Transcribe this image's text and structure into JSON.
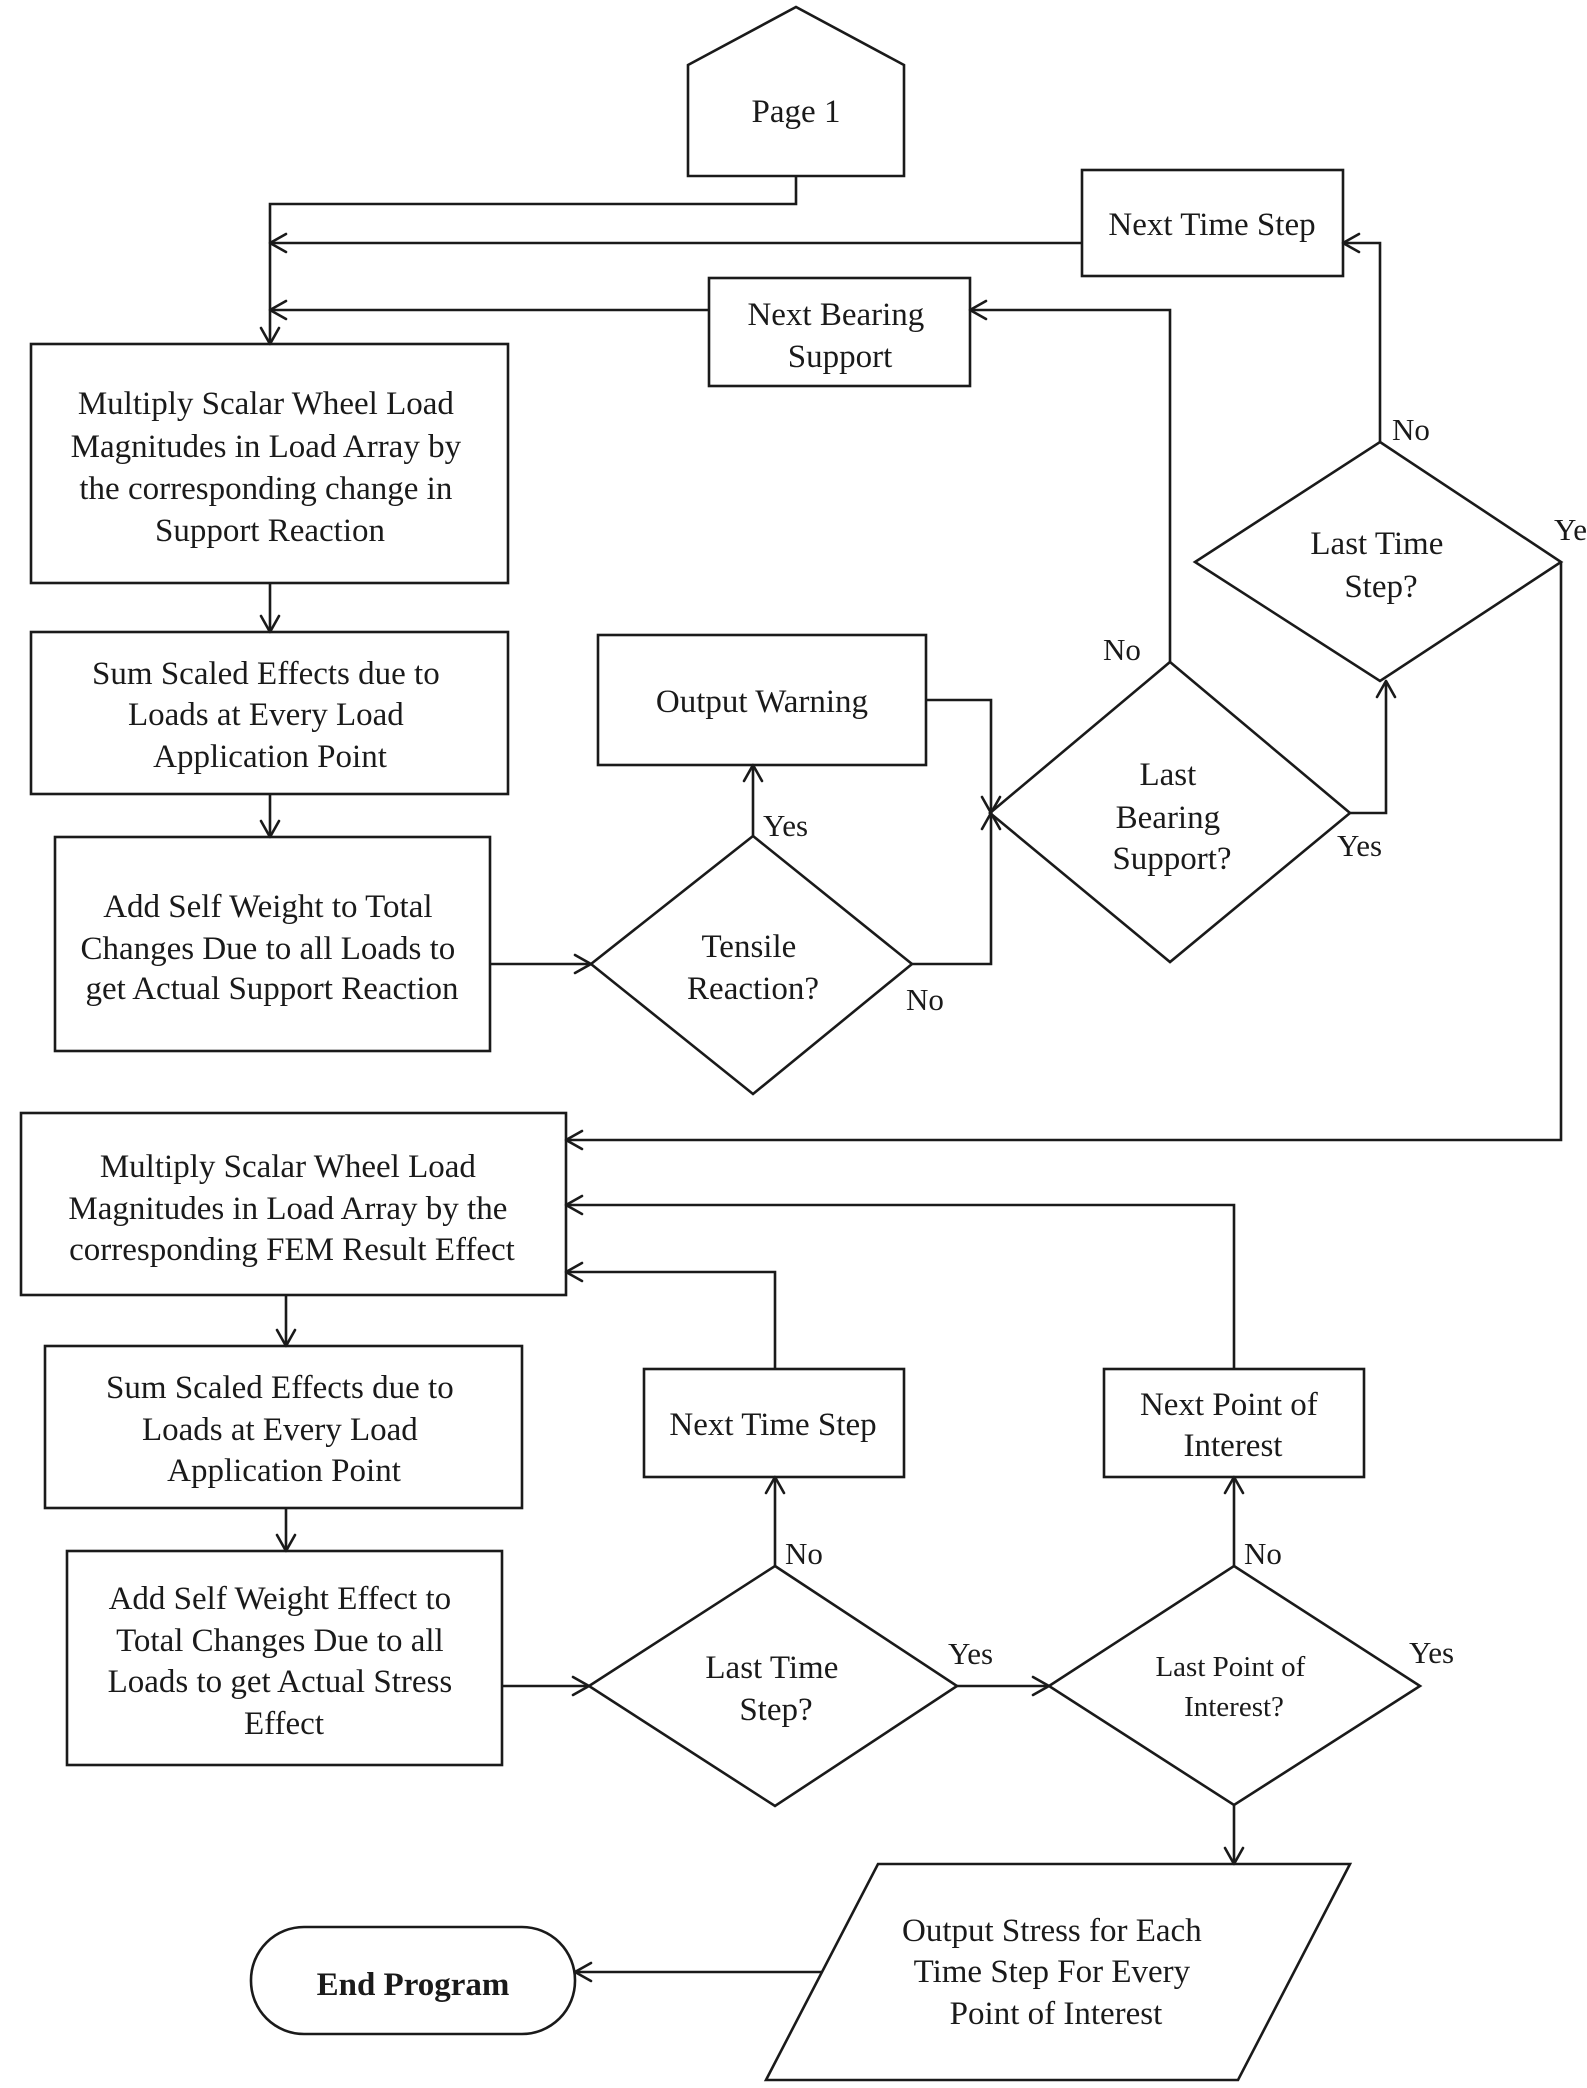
{
  "nodes": {
    "page_connector": [
      "Page 1"
    ],
    "next_time_step_top": [
      "Next Time Step"
    ],
    "next_bearing_support": [
      "Next Bearing",
      "Support"
    ],
    "multiply_change_support": [
      "Multiply Scalar Wheel Load",
      "Magnitudes in Load Array by",
      "the corresponding change in",
      "Support Reaction"
    ],
    "sum_scaled_effects_1": [
      "Sum Scaled Effects due to",
      "Loads at Every Load",
      "Application Point"
    ],
    "add_self_weight_reaction": [
      "Add Self Weight to Total",
      "Changes Due to all Loads to",
      "get Actual Support Reaction"
    ],
    "output_warning": [
      "Output Warning"
    ],
    "tensile_reaction": [
      "Tensile",
      "Reaction?"
    ],
    "last_bearing_support": [
      "Last",
      "Bearing",
      "Support?"
    ],
    "last_time_step_top": [
      "Last Time",
      "Step?"
    ],
    "multiply_fem_effect": [
      "Multiply Scalar Wheel Load",
      "Magnitudes in Load Array by the",
      "corresponding FEM Result Effect"
    ],
    "sum_scaled_effects_2": [
      "Sum Scaled Effects due to",
      "Loads at Every Load",
      "Application Point"
    ],
    "add_self_weight_stress": [
      "Add Self Weight Effect to",
      "Total Changes Due to all",
      "Loads to get Actual Stress",
      "Effect"
    ],
    "next_time_step_bottom": [
      "Next Time Step"
    ],
    "next_point_of_interest": [
      "Next Point of",
      "Interest"
    ],
    "last_time_step_bottom": [
      "Last Time",
      "Step?"
    ],
    "last_point_of_interest": [
      "Last Point of",
      "Interest?"
    ],
    "output_stress": [
      "Output Stress for Each",
      "Time Step For Every",
      "Point of Interest"
    ],
    "end_program": [
      "End Program"
    ]
  },
  "edge_labels": {
    "tensile_yes": "Yes",
    "tensile_no": "No",
    "bearing_no": "No",
    "bearing_yes": "Yes",
    "time_top_no": "No",
    "time_top_yes": "Yes",
    "time_bottom_no": "No",
    "time_bottom_yes": "Yes",
    "poi_no": "No",
    "poi_yes": "Yes"
  }
}
